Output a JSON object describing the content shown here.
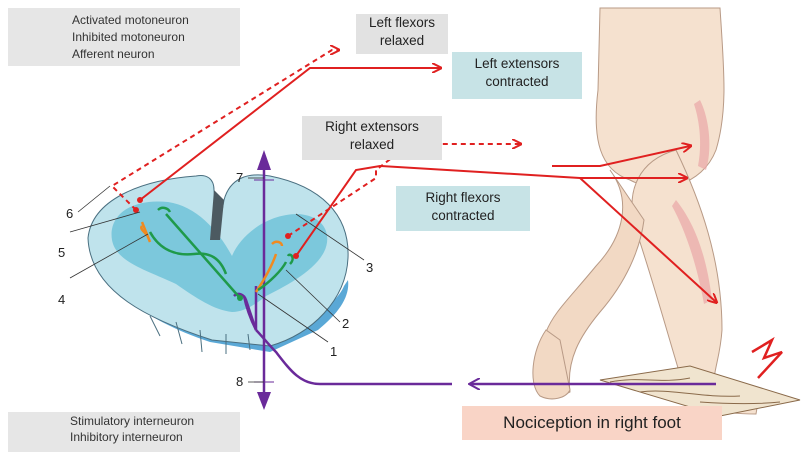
{
  "legend_top": {
    "items": [
      {
        "label": "Activated motoneuron",
        "color": "#e02020",
        "style": "solid"
      },
      {
        "label": "Inhibited motoneuron",
        "color": "#e02020",
        "style": "dashed"
      },
      {
        "label": "Afferent neuron",
        "color": "#6a2a9a",
        "style": "solid"
      }
    ]
  },
  "legend_bottom": {
    "items": [
      {
        "label": "Stimulatory interneuron",
        "color": "#1f9a4a"
      },
      {
        "label": "Inhibitory interneuron",
        "color": "#f08a20"
      }
    ]
  },
  "labels": {
    "left_flexors": [
      "Left flexors",
      "relaxed"
    ],
    "left_extensors": [
      "Left extensors",
      "contracted"
    ],
    "right_extensors": [
      "Right extensors",
      "relaxed"
    ],
    "right_flexors": [
      "Right flexors",
      "contracted"
    ],
    "nociception": "Nociception in right foot"
  },
  "numbers": [
    "1",
    "2",
    "3",
    "4",
    "5",
    "6",
    "7",
    "8"
  ],
  "colors": {
    "motor": "#e02020",
    "afferent": "#6a2a9a",
    "stimulatory": "#1f9a4a",
    "inhibitory": "#f08a20",
    "white_matter": "#bfe3ec",
    "grey_matter": "#7cc8dc",
    "skin": "#f5e1cf"
  }
}
